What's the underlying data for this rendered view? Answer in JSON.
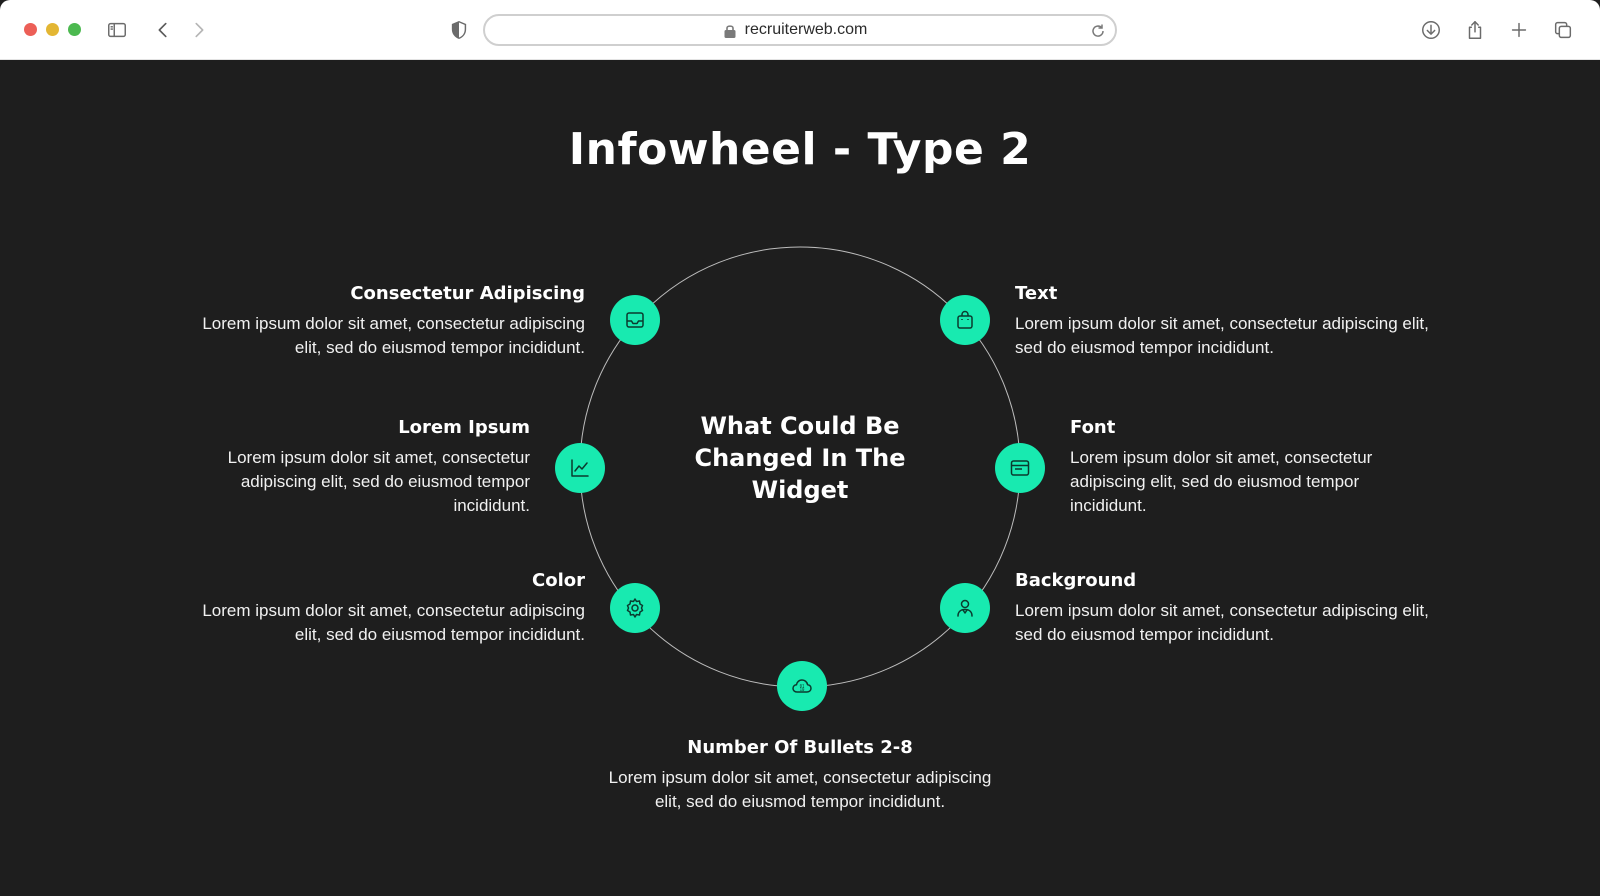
{
  "browser": {
    "url": "recruiterweb.com",
    "icons": [
      "sidebar-toggle-icon",
      "back-icon",
      "forward-icon",
      "shield-icon",
      "lock-icon",
      "reload-icon",
      "download-icon",
      "share-icon",
      "new-tab-icon",
      "tabs-overview-icon"
    ]
  },
  "page": {
    "title": "Infowheel - Type 2",
    "center_text": "What Could Be Changed In The Widget",
    "accent_color": "#18eab0",
    "background_color": "#1e1e1e"
  },
  "items": [
    {
      "title": "Consectetur Adipiscing",
      "description": "Lorem ipsum dolor sit amet, consectetur adipiscing elit, sed do eiusmod tempor incididunt.",
      "icon": "inbox-icon"
    },
    {
      "title": "Lorem Ipsum",
      "description": "Lorem ipsum dolor sit amet, consectetur adipiscing elit, sed do eiusmod tempor incididunt.",
      "icon": "line-chart-icon"
    },
    {
      "title": "Color",
      "description": "Lorem ipsum dolor sit amet, consectetur adipiscing elit, sed do eiusmod tempor incididunt.",
      "icon": "gear-icon"
    },
    {
      "title": "Number Of Bullets 2-8",
      "description": "Lorem ipsum dolor sit amet, consectetur adipiscing elit, sed do eiusmod tempor incididunt.",
      "icon": "cloud-binary-icon"
    },
    {
      "title": "Background",
      "description": "Lorem ipsum dolor sit amet, consectetur adipiscing elit, sed do eiusmod tempor incididunt.",
      "icon": "user-icon"
    },
    {
      "title": "Font",
      "description": "Lorem ipsum dolor sit amet, consectetur adipiscing elit, sed do eiusmod tempor incididunt.",
      "icon": "browser-window-icon"
    },
    {
      "title": "Text",
      "description": "Lorem ipsum dolor sit amet, consectetur adipiscing elit, sed do eiusmod tempor incididunt.",
      "icon": "shopping-bag-icon"
    }
  ]
}
